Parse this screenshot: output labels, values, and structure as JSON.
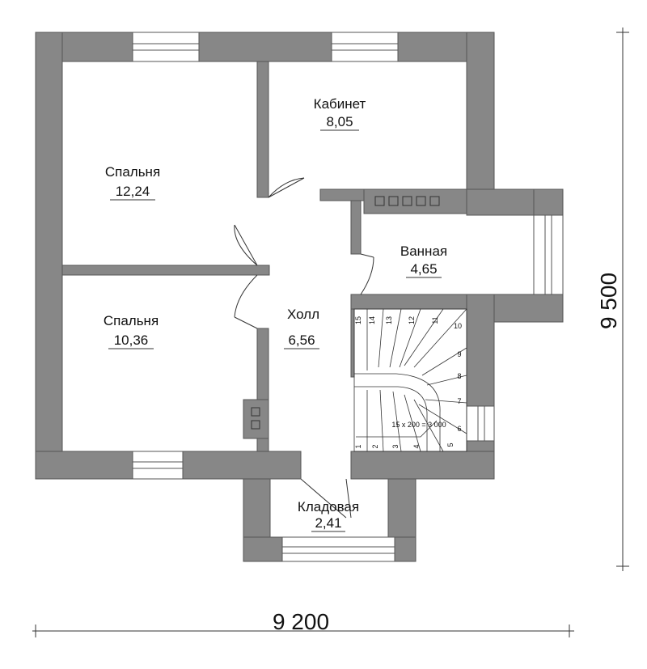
{
  "colors": {
    "wall": "#878787",
    "wall_stroke": "#555555",
    "line": "#333333",
    "background": "#ffffff"
  },
  "rooms": {
    "bedroom_1": {
      "name": "Спальня",
      "area": "12,24"
    },
    "study": {
      "name": "Кабинет",
      "area": "8,05"
    },
    "bathroom": {
      "name": "Ванная",
      "area": "4,65"
    },
    "bedroom_2": {
      "name": "Спальня",
      "area": "10,36"
    },
    "hall": {
      "name": "Холл",
      "area": "6,56"
    },
    "storage": {
      "name": "Кладовая",
      "area": "2,41"
    }
  },
  "dimensions": {
    "width": "9 200",
    "height": "9 500"
  },
  "stairs": {
    "note": "15 x 200 = 3 000",
    "steps": [
      "1",
      "2",
      "3",
      "4",
      "5",
      "6",
      "7",
      "8",
      "9",
      "10",
      "11",
      "12",
      "13",
      "14",
      "15"
    ]
  }
}
